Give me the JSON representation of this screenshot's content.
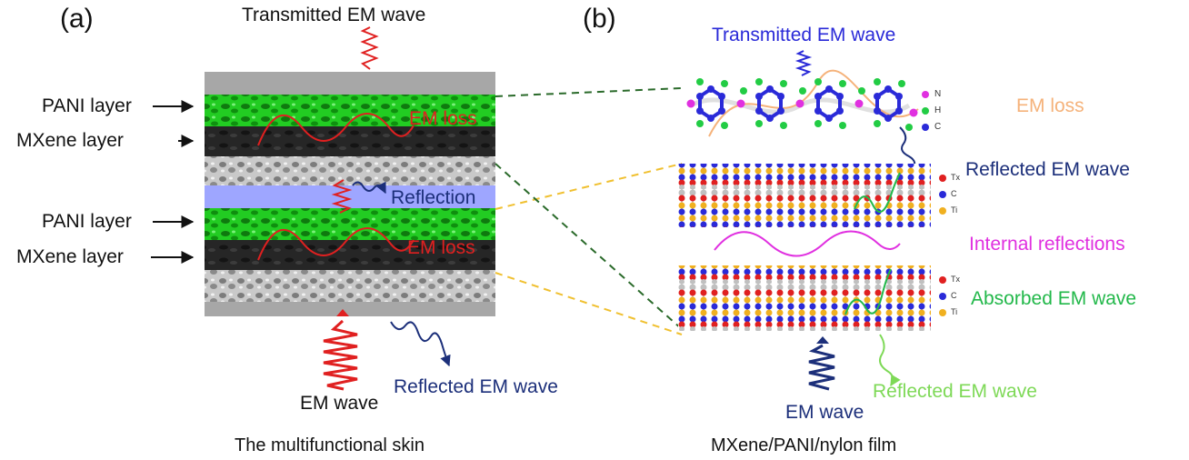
{
  "colors": {
    "pani": "#22cc22",
    "mxene": "#2a2a2a",
    "nylon": "#bdbdbd",
    "gray_slab": "#a7a7a7",
    "reflection_band": "#9ea6ff",
    "em_red": "#e02020",
    "navy": "#1c2f7a",
    "blue": "#2a2ad8",
    "orange_text": "#f5b27a",
    "magenta": "#e030e0",
    "green_text": "#22b84a",
    "light_green": "#7ed957"
  },
  "panel_a": {
    "label": "(a)",
    "top_wave_label": "Transmitted EM wave",
    "layer_labels": [
      "PANI layer",
      "MXene layer",
      "PANI layer",
      "MXene layer"
    ],
    "em_loss_1": "EM loss",
    "reflection": "Reflection",
    "em_loss_2": "EM loss",
    "em_wave": "EM wave",
    "reflected_wave": "Reflected EM wave",
    "caption": "The multifunctional skin"
  },
  "panel_b": {
    "label": "(b)",
    "transmitted": "Transmitted EM wave",
    "legend_top": [
      "N",
      "H",
      "C"
    ],
    "legend_mxene": [
      "Tx",
      "C",
      "Ti"
    ],
    "em_loss": "EM loss",
    "reflected": "Reflected EM wave",
    "internal": "Internal reflections",
    "absorbed": "Absorbed EM wave",
    "em_wave": "EM wave",
    "reflected_bottom": "Reflected EM wave",
    "caption": "MXene/PANI/nylon film"
  }
}
